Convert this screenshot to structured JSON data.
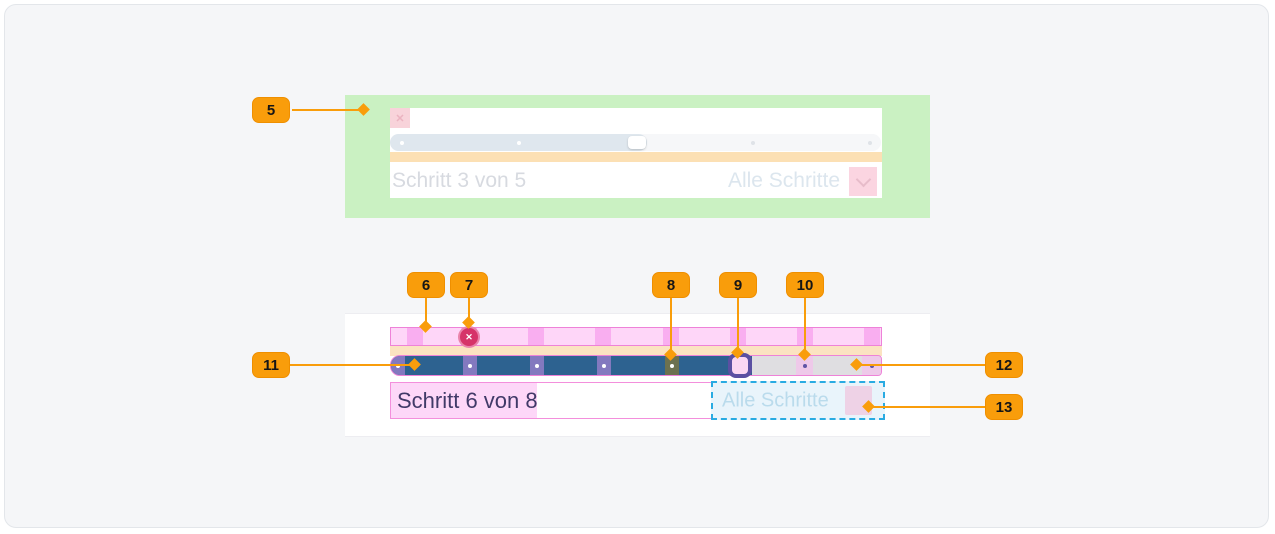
{
  "colors": {
    "annotation_orange": "#f99d0b",
    "green_highlight": "#caf1c2",
    "pink_overlay": "#fed6f8",
    "pink_overlay_dark": "#f9aef0",
    "pink_border": "#ee82d8",
    "peach_band": "#fbe3c1",
    "progress_blue": "#2d6290",
    "marker_purple": "#8379bf",
    "marker_olive": "#6c7150",
    "track_gray": "#dfdee1",
    "handle_purple": "#5b50a2",
    "danger_pink": "#d63369",
    "dashed_cyan": "#29abe2",
    "step_text": "#413a68"
  },
  "icons": {
    "close_glyph": "✕"
  },
  "annotations": {
    "badges": [
      {
        "label": "5"
      },
      {
        "label": "6"
      },
      {
        "label": "7"
      },
      {
        "label": "8"
      },
      {
        "label": "9"
      },
      {
        "label": "10"
      },
      {
        "label": "11"
      },
      {
        "label": "12"
      },
      {
        "label": "13"
      }
    ]
  },
  "preview_card": {
    "step_label": "Schritt 3 von 5",
    "all_steps_label": "Alle Schritte",
    "progress": {
      "current_step": 3,
      "total_steps": 5
    }
  },
  "spec_card": {
    "step_label": "Schritt 6 von 8",
    "all_steps_label": "Alle Schritte",
    "progress": {
      "current_step": 6,
      "total_steps": 8
    }
  }
}
